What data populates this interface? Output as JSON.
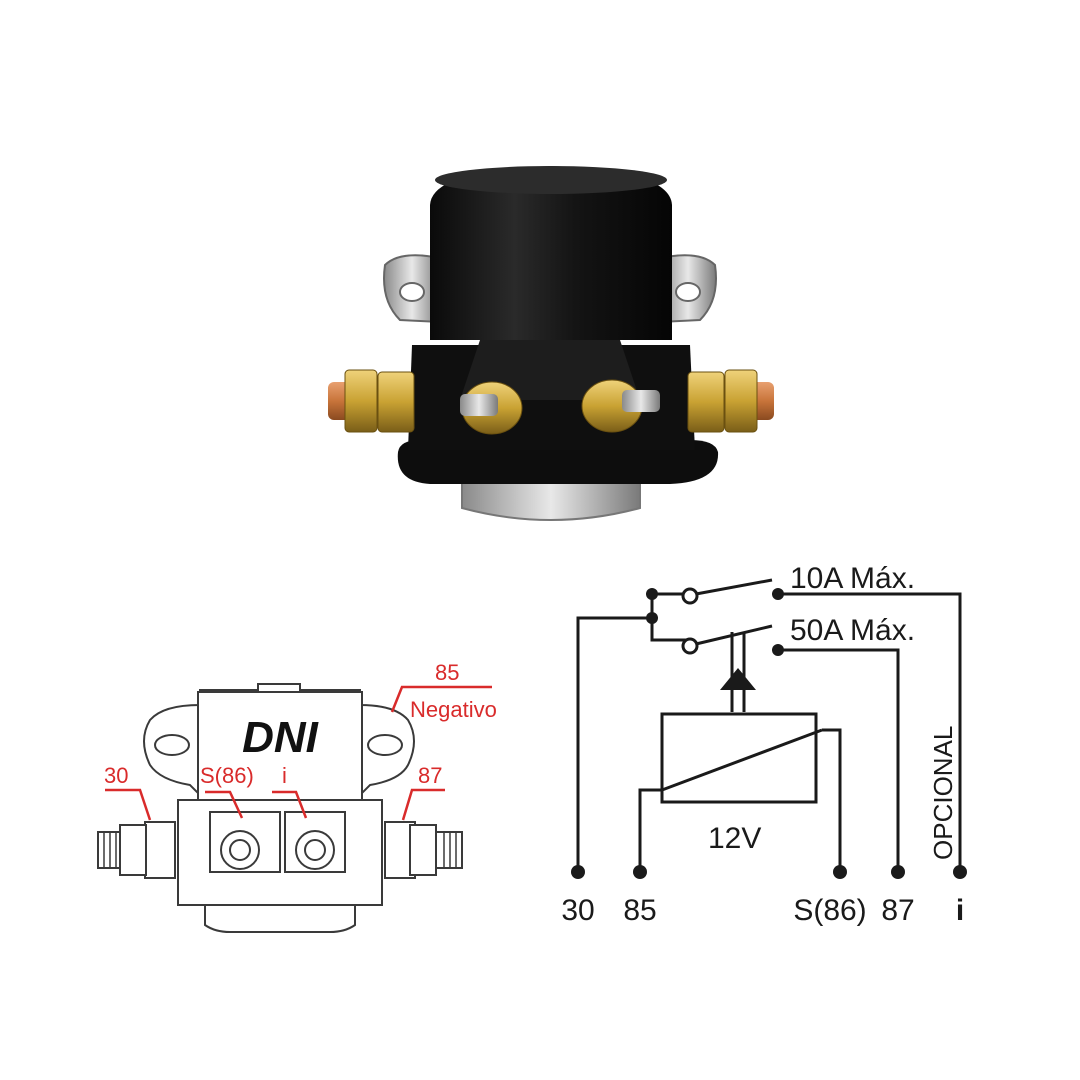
{
  "brand": {
    "logo_text": "DNI"
  },
  "left_diagram": {
    "labels": {
      "t85": "85",
      "negativo": "Negativo",
      "t30": "30",
      "s86": "S(86)",
      "i": "i",
      "t87": "87"
    }
  },
  "schematic": {
    "rating_10a": "10A Máx.",
    "rating_50a": "50A Máx.",
    "coil_voltage": "12V",
    "optional": "OPCIONAL",
    "terminals": [
      "30",
      "85",
      "S(86)",
      "87",
      "i"
    ]
  },
  "colors": {
    "callout": "#d92b2b",
    "body": "#111111",
    "copper": "#c8743a",
    "brass": "#c9a233"
  }
}
